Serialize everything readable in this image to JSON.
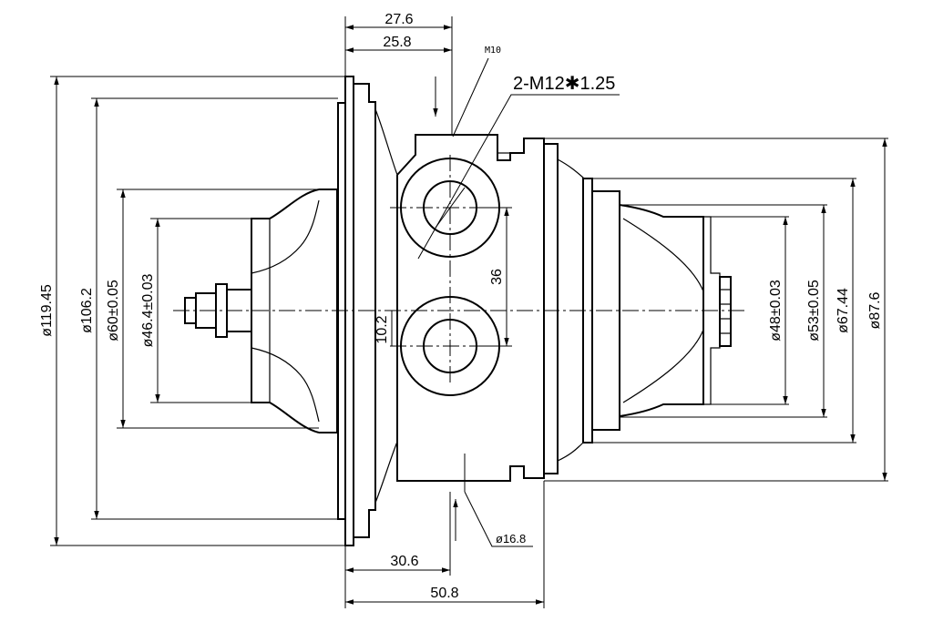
{
  "dimensions": {
    "top_width_outer": "27.6",
    "top_width_inner": "25.8",
    "thread_small": "M10",
    "thread_callout": "2-M12✱1.25",
    "dia_119": "ø119.45",
    "dia_106": "ø106.2",
    "dia_60": "ø60±0.05",
    "dia_46": "ø46.4±0.03",
    "hole_spacing": "36",
    "offset": "10.2",
    "dia_48": "ø48±0.03",
    "dia_53": "ø53±0.05",
    "dia_67": "ø67.44",
    "dia_87": "ø87.6",
    "dia_16": "ø16.8",
    "bottom_width_inner": "30.6",
    "bottom_width_outer": "50.8"
  }
}
